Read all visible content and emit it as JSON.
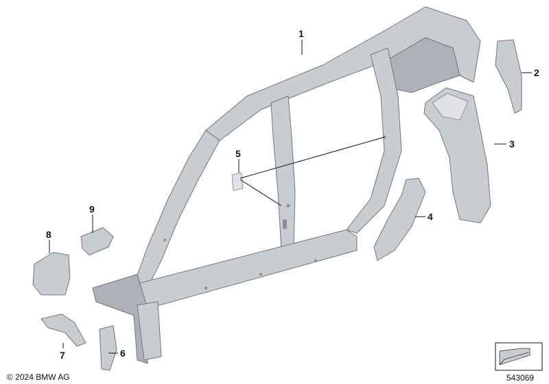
{
  "callouts": [
    {
      "id": "1",
      "label": "1"
    },
    {
      "id": "2",
      "label": "2"
    },
    {
      "id": "3",
      "label": "3"
    },
    {
      "id": "4",
      "label": "4"
    },
    {
      "id": "5",
      "label": "5"
    },
    {
      "id": "6",
      "label": "6"
    },
    {
      "id": "7",
      "label": "7"
    },
    {
      "id": "8",
      "label": "8"
    },
    {
      "id": "9",
      "label": "9"
    }
  ],
  "footer": {
    "copyright": "© 2024 BMW AG",
    "diagram_number": "543069"
  },
  "icons": {
    "orientation_badge": "direction-arrow-icon"
  }
}
